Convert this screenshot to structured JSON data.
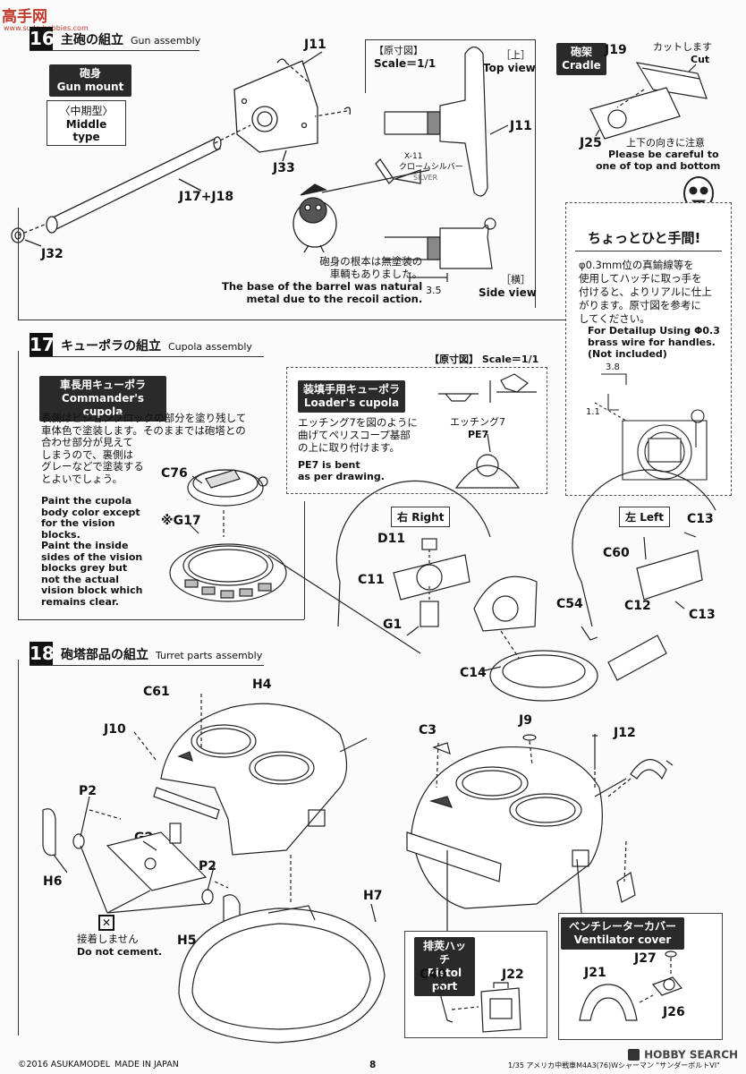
{
  "watermark_top": {
    "logo_text": "高手网",
    "url": "www.sudo-hobbies.com"
  },
  "step16": {
    "number": "16",
    "title_jp": "主砲の組立",
    "title_en": "Gun assembly",
    "gun_mount_jp": "砲身",
    "gun_mount_en": "Gun mount",
    "middle_type_jp": "〈中期型〉",
    "middle_type_en": "Middle type",
    "parts": {
      "j11": "J11",
      "j33": "J33",
      "j17_18": "J17+J18",
      "j32": "J32"
    },
    "scale_label_jp": "【原寸図】",
    "scale_label": "Scale＝1/1",
    "top_view_jp": "［上］",
    "top_view_en": "Top view",
    "side_view_jp": "［横］",
    "side_view_en": "Side view",
    "j11_label": "J11",
    "dimension": "3.5",
    "paint_code": "X-11",
    "paint_name_jp": "クロームシルバー",
    "paint_name_en": "SILVER",
    "note_jp_1": "砲身の根本は無塗装の",
    "note_jp_2": "車輌もありました。",
    "note_en_1": "The base of the barrel was natural",
    "note_en_2": "metal due to the recoil action.",
    "cradle_jp": "砲架",
    "cradle_en": "Cradle",
    "j19": "J19",
    "cut_jp": "カットします",
    "cut_en": "Cut",
    "j25": "J25",
    "careful_jp": "上下の向きに注意",
    "careful_en_1": "Please be careful to",
    "careful_en_2": "one of top and bottom"
  },
  "tip": {
    "title_jp": "ちょっとひと手間!",
    "body_jp": [
      "φ0.3mm位の真鍮線等を",
      "使用してハッチに取っ手を",
      "付けると、よりリアルに仕上",
      "がります。原寸図を参考に",
      "してください。"
    ],
    "body_en": [
      "For Detailup Using Φ0.3",
      "brass wire for handles.",
      "(Not included)"
    ],
    "dim_a": "3.8",
    "dim_b": "1.1"
  },
  "step17": {
    "number": "17",
    "title_jp": "キューポラの組立",
    "title_en": "Cupola assembly",
    "scale_label": "【原寸図】 Scale＝1/1",
    "commander_jp": "車長用キューポラ",
    "commander_en": "Commander's cupola",
    "paint_jp": [
      "表側はビジョンブロックの部分を塗り残して",
      "車体色で塗装します。そのままでは砲塔との",
      "合わせ部分が見えて",
      "しまうので、裏側は",
      "グレーなどで塗装する",
      "とよいでしょう。"
    ],
    "paint_en": [
      "Paint the cupola",
      "body color except",
      "for the vision",
      "blocks.",
      "Paint the inside",
      "sides of the vision",
      "blocks grey but",
      "not the actual",
      "vision block which",
      "remains clear."
    ],
    "c76": "C76",
    "g17": "※G17",
    "loader_jp": "装填手用キューポラ",
    "loader_en": "Loader's cupola",
    "etch_jp": [
      "エッチング7を図のように",
      "曲げてペリスコープ基部",
      "の上に取り付けます。"
    ],
    "etch_en": [
      "PE7 is bent",
      "as per drawing."
    ],
    "etch_label_jp": "エッチング7",
    "etch_label": "PE7",
    "right_jp": "右",
    "right_en": "Right",
    "left_jp": "左",
    "left_en": "Left",
    "d11": "D11",
    "c11": "C11",
    "g1": "G1",
    "c13a": "C13",
    "c60": "C60",
    "c12": "C12",
    "c13b": "C13",
    "c54": "C54",
    "c14": "C14"
  },
  "step18": {
    "number": "18",
    "title_jp": "砲塔部品の組立",
    "title_en": "Turret parts assembly",
    "c61": "C61",
    "h4": "H4",
    "j10": "J10",
    "p2a": "P2",
    "g2": "G2",
    "p2b": "P2",
    "h6": "H6",
    "h5": "H5",
    "h7": "H7",
    "no_cement_jp": "接着しません",
    "no_cement_en": "Do not cement.",
    "c3": "C3",
    "j9": "J9",
    "j12": "J12",
    "pistol_jp": "排莢ハッチ",
    "pistol_en": "Pistol port",
    "c40": "C40",
    "j22": "J22",
    "vent_jp": "ベンチレーターカバー",
    "vent_en": "Ventilator cover",
    "j27": "J27",
    "j21": "J21",
    "j26": "J26"
  },
  "footer": {
    "copyright": "©2016 ASUKAMODEL",
    "made_in": "MADE IN JAPAN",
    "page": "8",
    "product": "1/35 アメリカ中戦車M4A3(76)Wシャーマン \"サンダーボルトVI\"",
    "watermark": "HOBBY SEARCH"
  }
}
